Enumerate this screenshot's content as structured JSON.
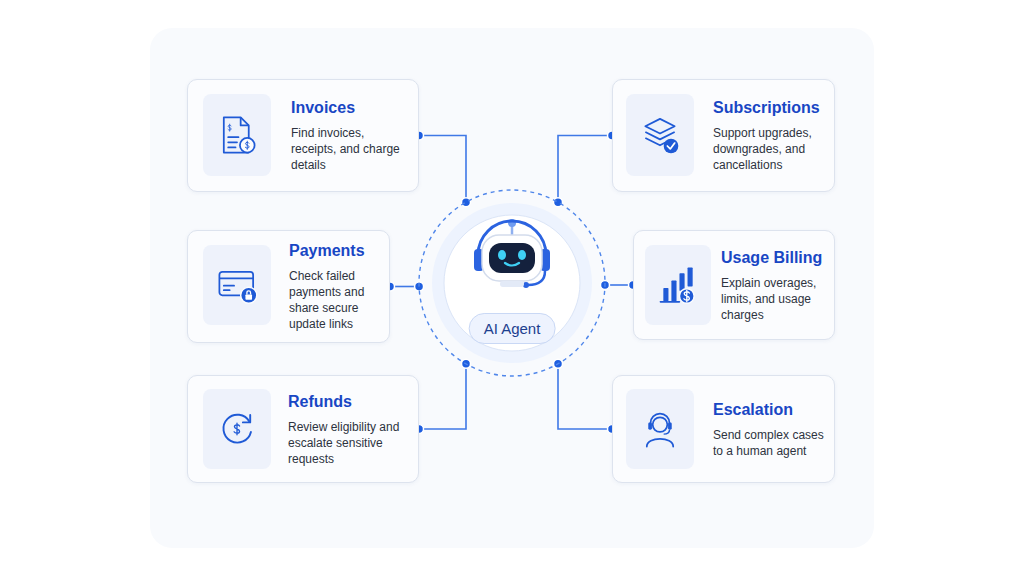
{
  "diagram": {
    "nodes": [
      {
        "text": [
          "Invoices",
          "Find invoices, receipts, and charge details"
        ]
      },
      {
        "text": [
          "Subscriptions",
          "Support upgrades, downgrades, and cancellations"
        ]
      },
      {
        "text": [
          "Payments",
          "Check failed payments and share secure update links"
        ]
      },
      {
        "text": [
          "Usage Billing",
          "Explain overages, limits, and usage charges"
        ]
      },
      {
        "text": [
          "Refunds",
          "Review eligibility and escalate sensitive requests"
        ]
      },
      {
        "text": [
          "Escalation",
          "Send complex cases to a human agent"
        ]
      },
      {
        "text": [
          "AI Agent"
        ]
      }
    ],
    "edges": [
      {
        "from": 0,
        "to": 6,
        "arrow": "none"
      },
      {
        "from": 1,
        "to": 6,
        "arrow": "none"
      },
      {
        "from": 2,
        "to": 6,
        "arrow": "none"
      },
      {
        "from": 3,
        "to": 6,
        "arrow": "none"
      },
      {
        "from": 4,
        "to": 6,
        "arrow": "none"
      },
      {
        "from": 5,
        "to": 6,
        "arrow": "none"
      }
    ]
  }
}
